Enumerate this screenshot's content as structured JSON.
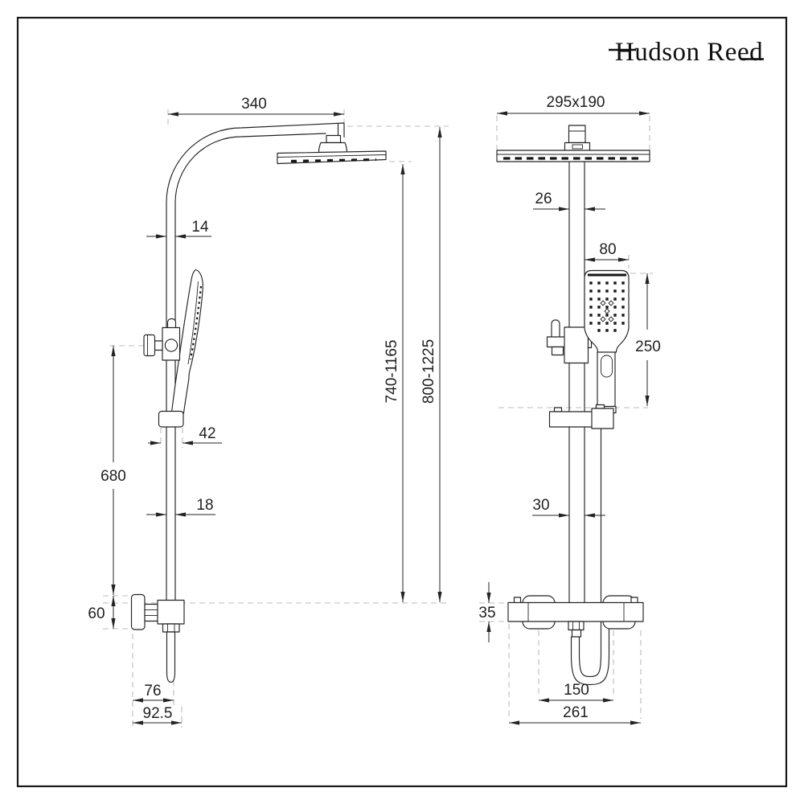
{
  "page": {
    "background": "#ffffff",
    "border_color": "#1a1a1a"
  },
  "brand": {
    "logo_text": "Hudson Reed"
  },
  "colors": {
    "line": "#232323",
    "dashed_reference": "#bcbcbc",
    "text": "#1f1f1f"
  },
  "front_view": {
    "dims": {
      "arm_reach": "340",
      "upper_pipe_width": "14",
      "slider_bracket_width": "42",
      "lower_pipe_width": "18",
      "rail_length": "680",
      "valve_flange_height": "60",
      "outlet_depth": "76",
      "outlet_depth_overall": "92.5",
      "head_height_range": "740-1165",
      "arm_height_range": "800-1225"
    }
  },
  "side_view": {
    "dims": {
      "head_plate_size": "295x190",
      "upper_pipe_width": "26",
      "handset_width": "80",
      "handset_length": "250",
      "lower_pipe_width": "30",
      "valve_body_height": "35",
      "hose_loop_span": "150",
      "valve_overall_width": "261"
    }
  }
}
